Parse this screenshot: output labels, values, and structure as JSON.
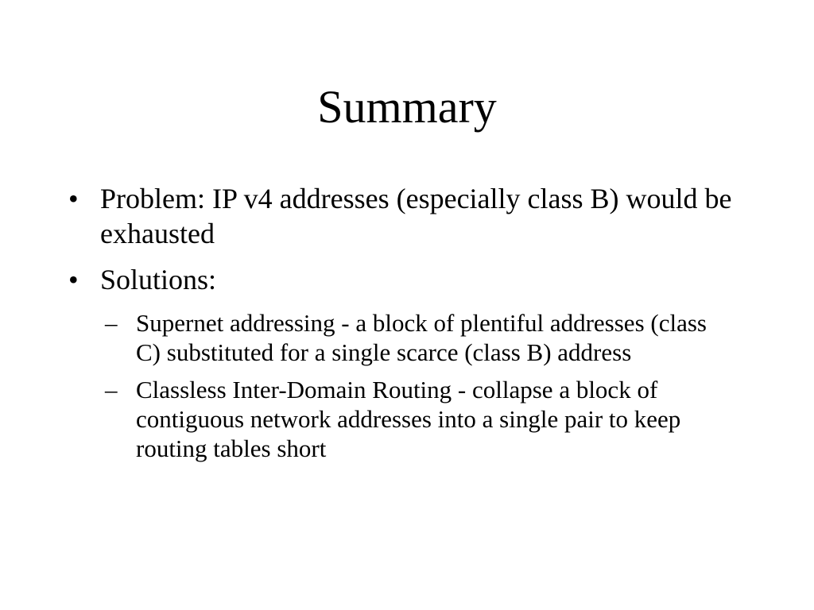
{
  "slide": {
    "title": "Summary",
    "bullets": [
      {
        "marker": "•",
        "text": "Problem: IP v4 addresses (especially class B) would be exhausted"
      },
      {
        "marker": "•",
        "text": "Solutions:"
      }
    ],
    "sub_bullets": [
      {
        "marker": "–",
        "text": "Supernet addressing - a block of plentiful addresses (class C) substituted for a single scarce (class B) address"
      },
      {
        "marker": "–",
        "text": "Classless Inter-Domain Routing - collapse a block of contiguous network addresses into a single pair to keep routing tables short"
      }
    ]
  }
}
